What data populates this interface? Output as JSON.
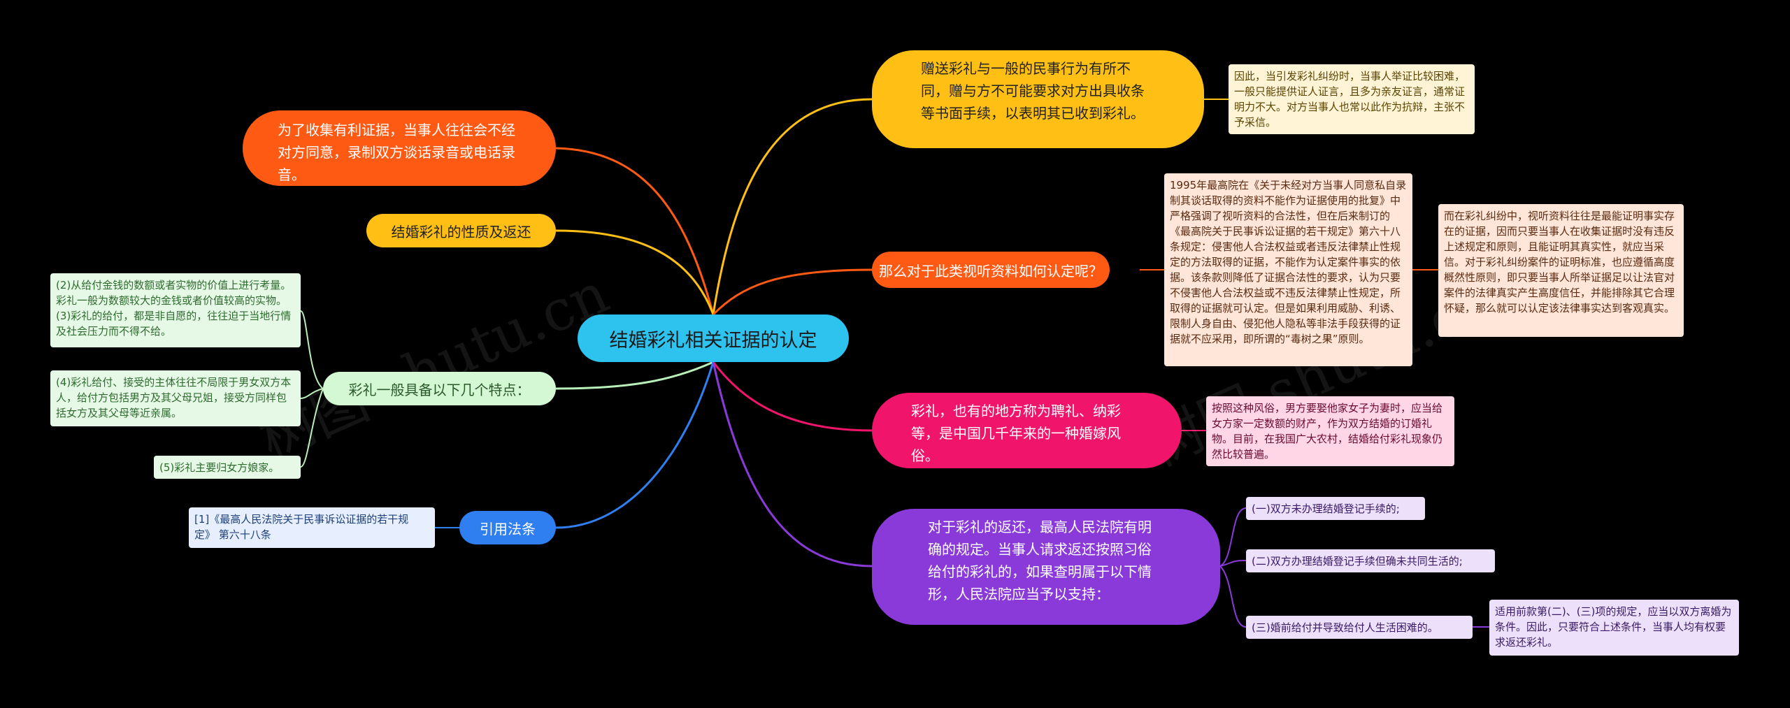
{
  "center": "结婚彩礼相关证据的认定",
  "left_topics": {
    "record": "为了收集有利证据，当事人往往会不经对方同意，录制双方谈话录音或电话录音。",
    "nature": "结婚彩礼的性质及返还",
    "features": "彩礼一般具备以下几个特点：",
    "law": "引用法条"
  },
  "left_details": {
    "f1": "(2)从给付金钱的数额或者实物的价值上进行考量。彩礼一般为数额较大的金钱或者价值较高的实物。(3)彩礼的给付，都是非自愿的，往往迫于当地行情及社会压力而不得不给。",
    "f2": "(4)彩礼给付、接受的主体往往不局限于男女双方本人，给付方包括男方及其父母兄姐，接受方同样包括女方及其父母等近亲属。",
    "f3": "(5)彩礼主要归女方娘家。",
    "law1": "[1]《最高人民法院关于民事诉讼证据的若干规定》 第六十八条"
  },
  "right_topics": {
    "gift": "赠送彩礼与一般的民事行为有所不同，赠与方不可能要求对方出具收条等书面手续，以表明其已收到彩礼。",
    "av": "那么对于此类视听资料如何认定呢？",
    "caili": "彩礼，也有的地方称为聘礼、纳彩等，是中国几千年来的一种婚嫁风俗。",
    "return": "对于彩礼的返还，最高人民法院有明确的规定。当事人请求返还按照习俗给付的彩礼的，如果查明属于以下情形，人民法院应当予以支持："
  },
  "right_details": {
    "gift1": "因此，当引发彩礼纠纷时，当事人举证比较困难，一般只能提供证人证言，且多为亲友证言，通常证明力不大。对方当事人也常以此作为抗辩，主张不予采信。",
    "av1": "1995年最高院在《关于未经对方当事人同意私自录制其谈话取得的资料不能作为证据使用的批复》中严格强调了视听资料的合法性，但在后来制订的《最高院关于民事诉讼证据的若干规定》第六十八条规定：侵害他人合法权益或者违反法律禁止性规定的方法取得的证据，不能作为认定案件事实的依据。该条款则降低了证据合法性的要求，认为只要不侵害他人合法权益或不违反法律禁止性规定，所取得的证据就可认定。但是如果利用威胁、利诱、限制人身自由、侵犯他人隐私等非法手段获得的证据就不应采用，即所谓的“毒树之果”原则。",
    "av2": "而在彩礼纠纷中，视听资料往往是最能证明事实存在的证据，因而只要当事人在收集证据时没有违反上述规定和原则，且能证明其真实性，就应当采信。对于彩礼纠纷案件的证明标准，也应遵循高度概然性原则，即只要当事人所举证据足以让法官对案件的法律真实产生高度信任，并能排除其它合理怀疑，那么就可以认定该法律事实达到客观真实。",
    "caili1": "按照这种风俗，男方要娶他家女子为妻时，应当给女方家一定数额的财产，作为双方结婚的订婚礼物。目前，在我国广大农村，结婚给付彩礼现象仍然比较普遍。",
    "ret1": "(一)双方未办理结婚登记手续的;",
    "ret2": "(二)双方办理结婚登记手续但确未共同生活的;",
    "ret3": "(三)婚前给付并导致给付人生活困难的。",
    "ret3a": "适用前款第(二)、(三)项的规定，应当以双方离婚为条件。因此，只要符合上述条件，当事人均有权要求返还彩礼。"
  },
  "watermark": "树图 shutu.cn",
  "colors": {
    "center": "#2ec2ee",
    "record": "#ff5a14",
    "nature": "#ffbf14",
    "features": "#d4f7d4",
    "law": "#2f7ff0",
    "gift": "#ffbf14",
    "av": "#ff5a14",
    "caili": "#f0146b",
    "return": "#8a3ad8"
  }
}
